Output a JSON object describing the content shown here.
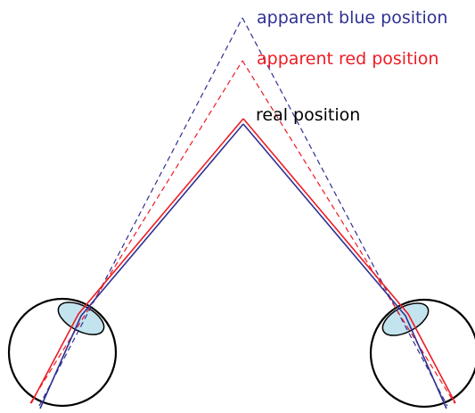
{
  "labels": {
    "apparent_blue": "apparent blue position",
    "apparent_red": "apparent red position",
    "real": "real position"
  },
  "colors": {
    "blue": "#2e3192",
    "red": "#ed1c24",
    "text": "#000000",
    "cornea": "#c3e4ef",
    "outline": "#000000"
  },
  "icons": {
    "left_eye": "eye-icon",
    "right_eye": "eye-icon"
  }
}
